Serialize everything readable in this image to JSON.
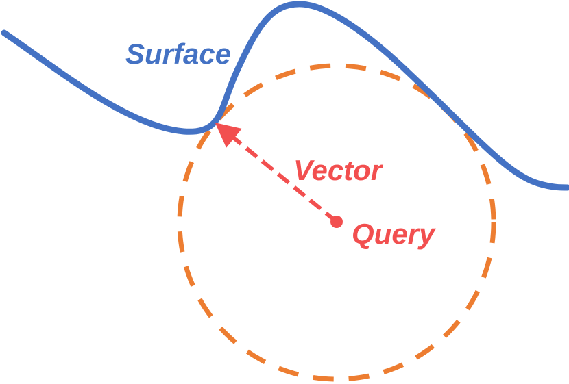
{
  "labels": {
    "surface": "Surface",
    "vector": "Vector",
    "query": "Query"
  },
  "colors": {
    "surface": "#4472C4",
    "circle": "#ED7D31",
    "vector": "#F24F4F",
    "background": "#FFFFFF"
  }
}
